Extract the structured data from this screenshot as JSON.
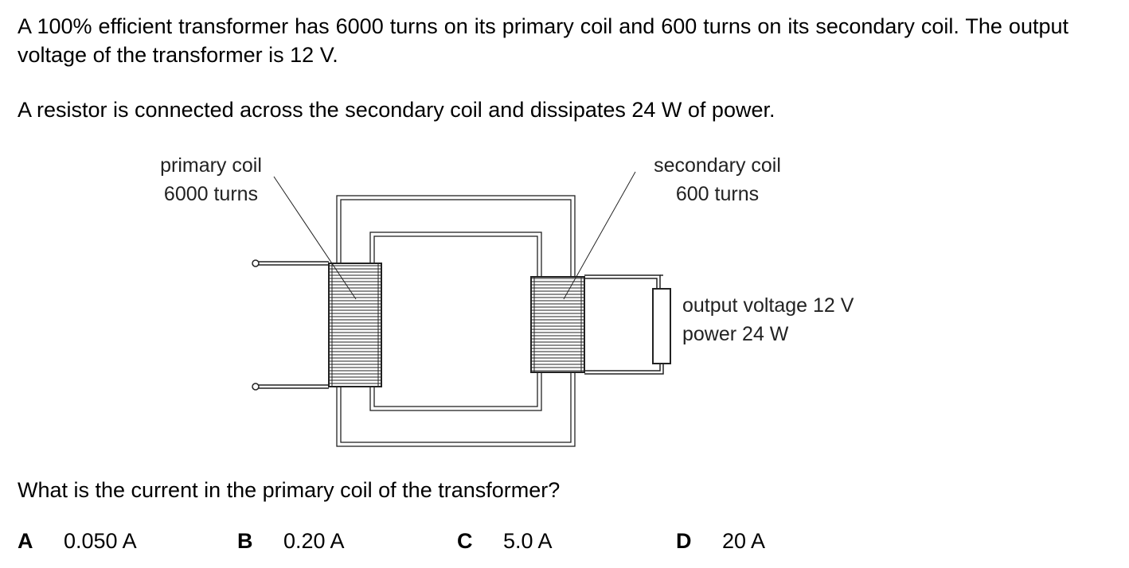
{
  "question": {
    "intro": "A 100% efficient transformer has 6000 turns on its primary coil and 600 turns on its secondary coil. The output voltage of the transformer is 12 V.",
    "resistor_statement": "A resistor is connected across the secondary coil and dissipates 24 W of power.",
    "prompt": "What is the current in the primary coil of the transformer?"
  },
  "diagram": {
    "primary_label": "primary coil",
    "primary_turns": "6000 turns",
    "secondary_label": "secondary coil",
    "secondary_turns": "600 turns",
    "output_voltage": "output voltage 12 V",
    "output_power": "power 24 W"
  },
  "options": [
    {
      "letter": "A",
      "value": "0.050 A"
    },
    {
      "letter": "B",
      "value": "0.20 A"
    },
    {
      "letter": "C",
      "value": "5.0 A"
    },
    {
      "letter": "D",
      "value": "20 A"
    }
  ]
}
